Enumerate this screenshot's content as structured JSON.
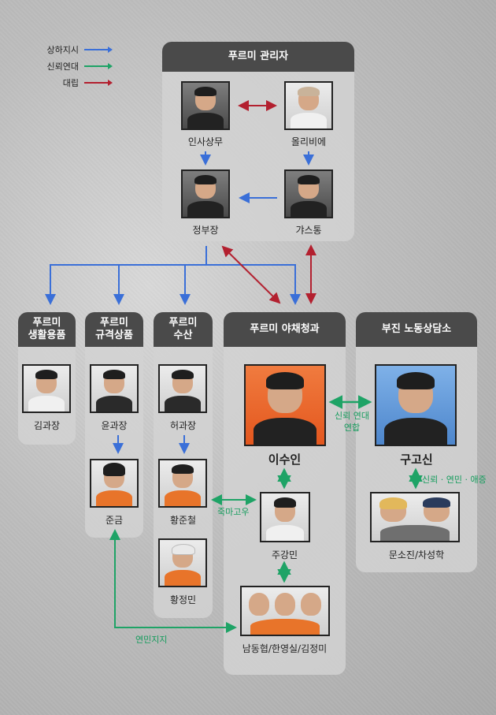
{
  "legend": [
    {
      "label": "상하지시",
      "color": "#3a6fd8"
    },
    {
      "label": "신뢰연대",
      "color": "#1ea366"
    },
    {
      "label": "대립",
      "color": "#b3202f"
    }
  ],
  "groups": {
    "management": "푸르미 관리자",
    "daily": "푸르미\n생활용품",
    "standard": "푸르미\n규격상품",
    "seafood": "푸르미\n수산",
    "vegetable": "푸르미 야채청과",
    "labor": "부진 노동상담소"
  },
  "people": {
    "insa": "인사상무",
    "olivie": "올리비에",
    "jeong": "정부장",
    "gaston": "갸스통",
    "kim": "김과장",
    "yoon": "윤과장",
    "junkeum": "준금",
    "heo": "허과장",
    "hwangjc": "황준철",
    "hwangjm": "황정민",
    "lee": "이수인",
    "joo": "주강민",
    "trio": "남동협/한영실/김정미",
    "gu": "구고신",
    "duo": "문소진/차성학"
  },
  "relations": {
    "lee_gu": "신뢰 연대\n연합",
    "gu_duo": "신뢰 · 연민 · 애증",
    "hwang_joo": "죽마고우",
    "junkeum_trio": "연민지지"
  }
}
